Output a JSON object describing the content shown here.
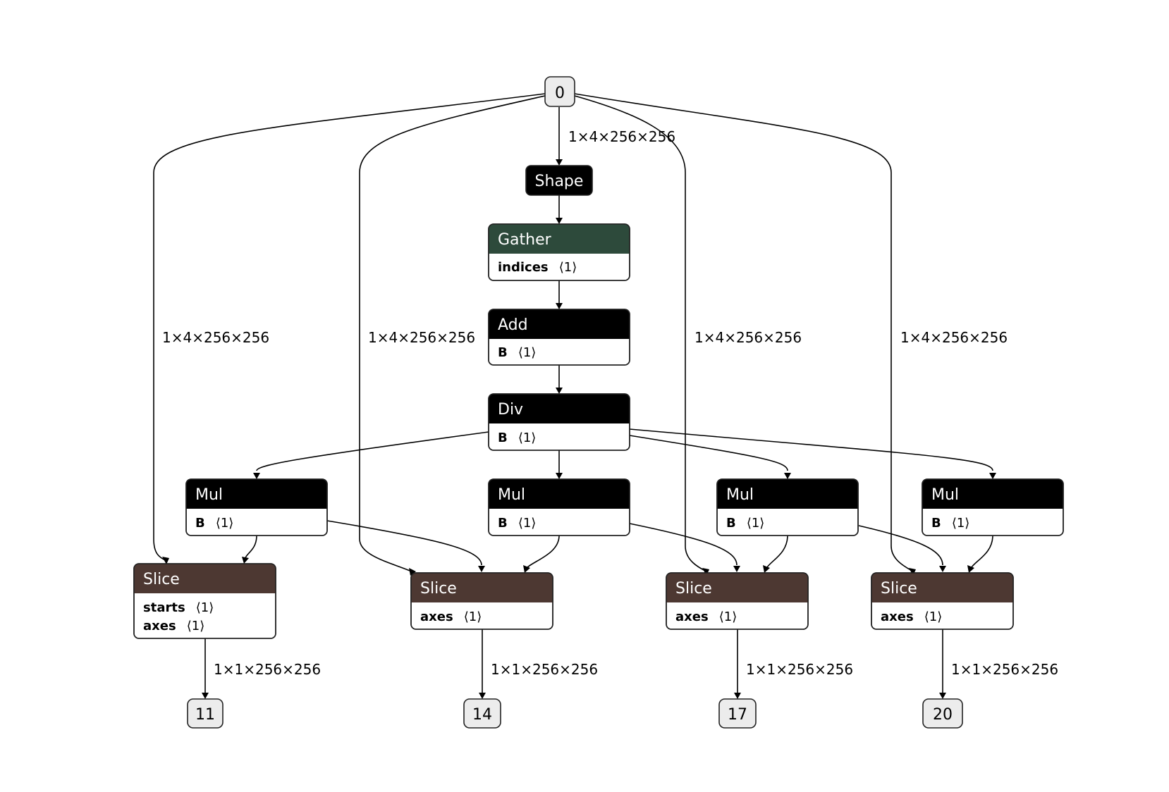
{
  "input_node": {
    "label": "0"
  },
  "output_nodes": [
    {
      "label": "11"
    },
    {
      "label": "14"
    },
    {
      "label": "17"
    },
    {
      "label": "20"
    }
  ],
  "nodes": {
    "shape": {
      "op": "Shape",
      "color": "#000000"
    },
    "gather": {
      "op": "Gather",
      "color": "#2d4a3b",
      "attrs": [
        {
          "name": "indices",
          "value": "⟨1⟩"
        }
      ]
    },
    "add": {
      "op": "Add",
      "color": "#000000",
      "attrs": [
        {
          "name": "B",
          "value": "⟨1⟩"
        }
      ]
    },
    "div": {
      "op": "Div",
      "color": "#000000",
      "attrs": [
        {
          "name": "B",
          "value": "⟨1⟩"
        }
      ]
    },
    "mul1": {
      "op": "Mul",
      "color": "#000000",
      "attrs": [
        {
          "name": "B",
          "value": "⟨1⟩"
        }
      ]
    },
    "mul2": {
      "op": "Mul",
      "color": "#000000",
      "attrs": [
        {
          "name": "B",
          "value": "⟨1⟩"
        }
      ]
    },
    "mul3": {
      "op": "Mul",
      "color": "#000000",
      "attrs": [
        {
          "name": "B",
          "value": "⟨1⟩"
        }
      ]
    },
    "mul4": {
      "op": "Mul",
      "color": "#000000",
      "attrs": [
        {
          "name": "B",
          "value": "⟨1⟩"
        }
      ]
    },
    "slice1": {
      "op": "Slice",
      "color": "#4d3832",
      "attrs": [
        {
          "name": "starts",
          "value": "⟨1⟩"
        },
        {
          "name": "axes",
          "value": "⟨1⟩"
        }
      ]
    },
    "slice2": {
      "op": "Slice",
      "color": "#4d3832",
      "attrs": [
        {
          "name": "axes",
          "value": "⟨1⟩"
        }
      ]
    },
    "slice3": {
      "op": "Slice",
      "color": "#4d3832",
      "attrs": [
        {
          "name": "axes",
          "value": "⟨1⟩"
        }
      ]
    },
    "slice4": {
      "op": "Slice",
      "color": "#4d3832",
      "attrs": [
        {
          "name": "axes",
          "value": "⟨1⟩"
        }
      ]
    }
  },
  "edge_labels": {
    "input_to_shape": "1×4×256×256",
    "input_to_slice1": "1×4×256×256",
    "input_to_slice2": "1×4×256×256",
    "input_to_slice3": "1×4×256×256",
    "input_to_slice4": "1×4×256×256",
    "slice1_to_out": "1×1×256×256",
    "slice2_to_out": "1×1×256×256",
    "slice3_to_out": "1×1×256×256",
    "slice4_to_out": "1×1×256×256"
  }
}
